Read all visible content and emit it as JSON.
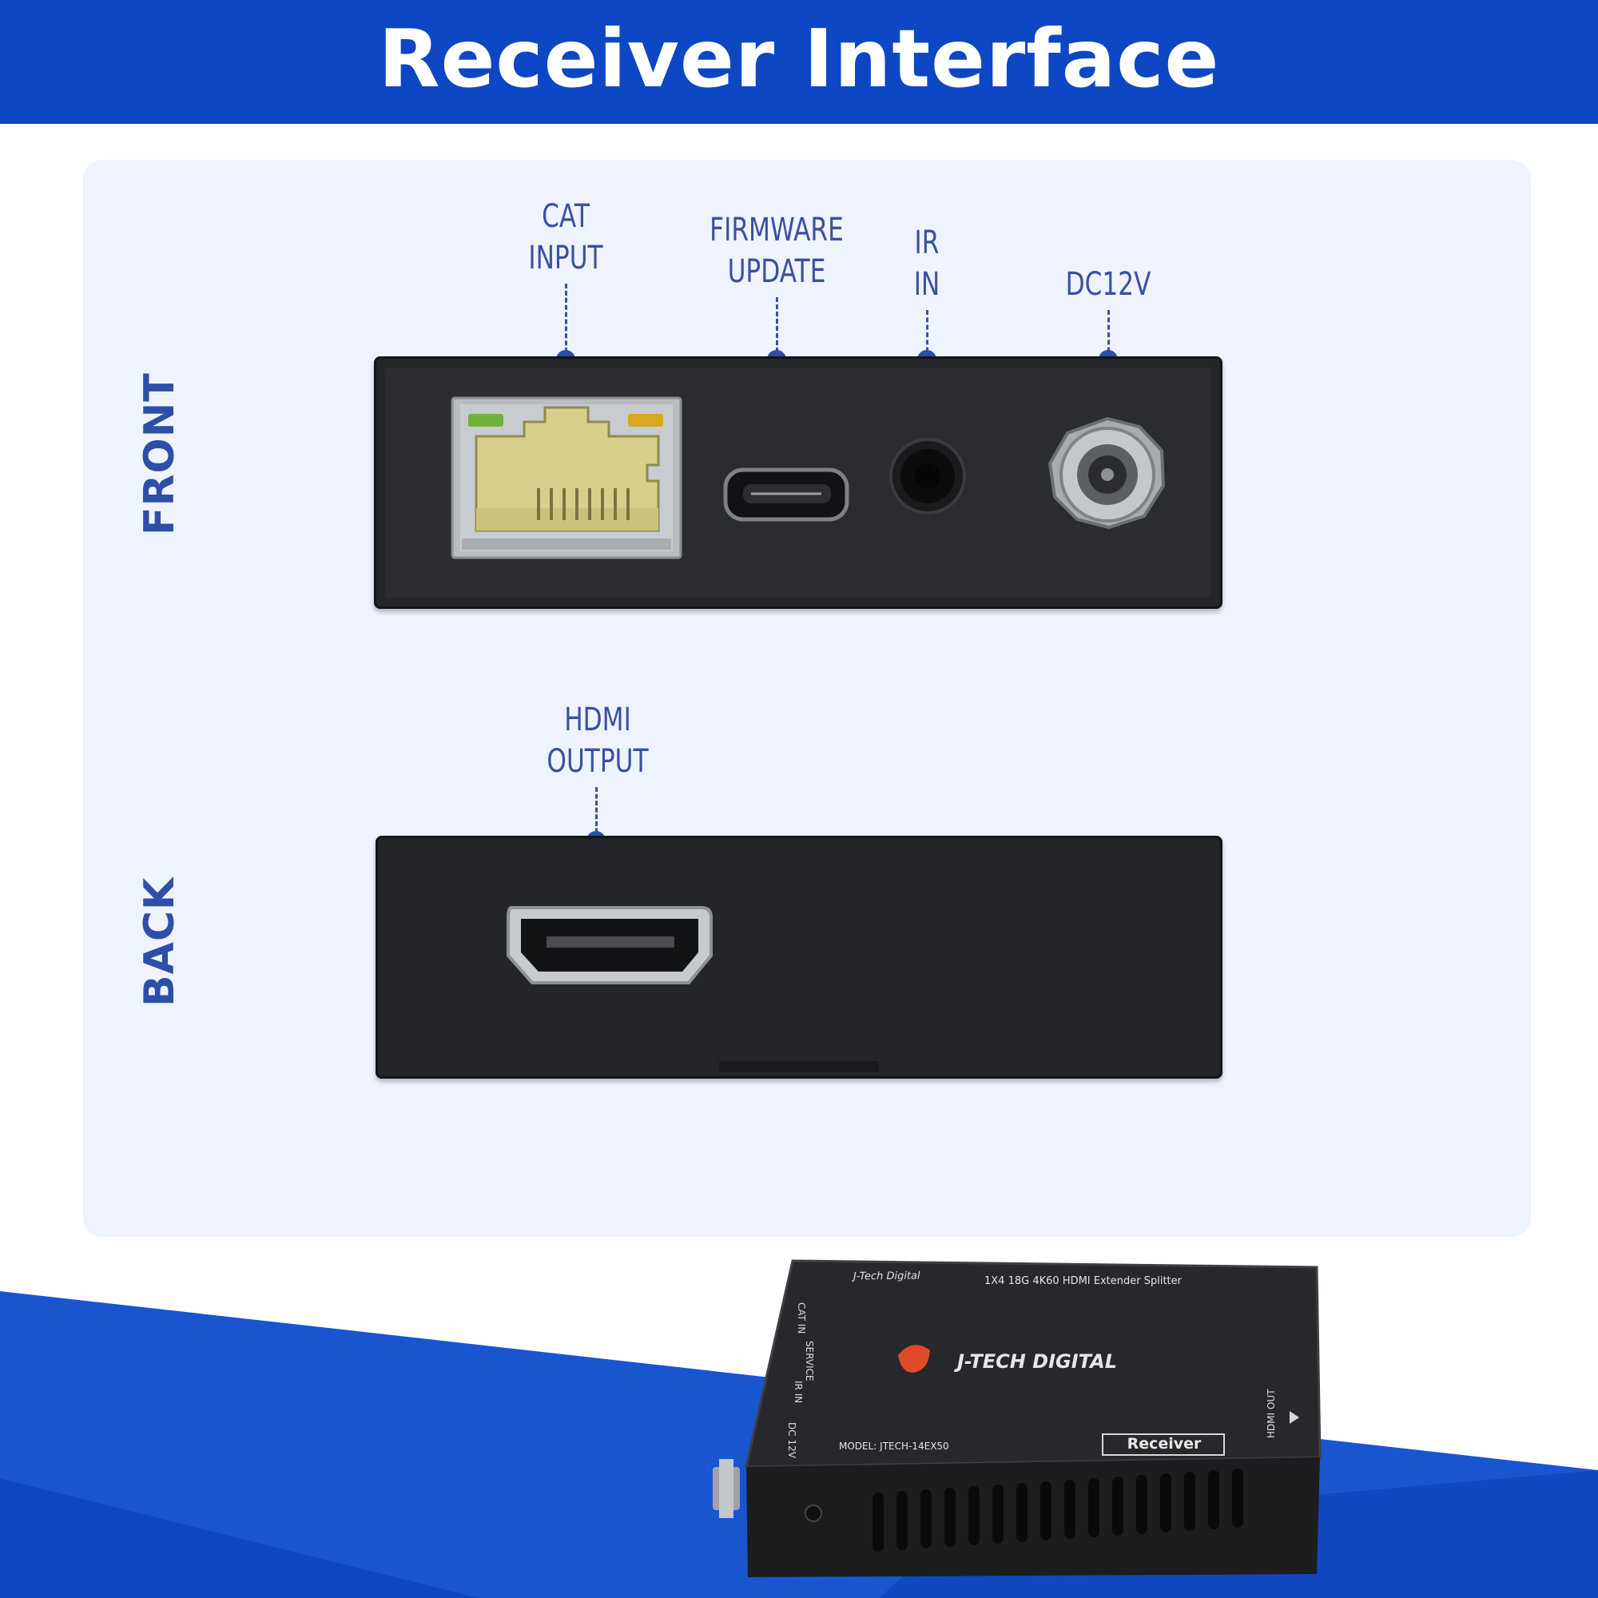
{
  "header": {
    "title": "Receiver Interface"
  },
  "front": {
    "side_label": "FRONT",
    "callouts": [
      {
        "line1": "CAT",
        "line2": "INPUT"
      },
      {
        "line1": "FIRMWARE",
        "line2": "UPDATE"
      },
      {
        "line1": "IR",
        "line2": "IN"
      },
      {
        "line1": "DC12V",
        "line2": ""
      }
    ]
  },
  "back": {
    "side_label": "BACK",
    "callouts": [
      {
        "line1": "HDMI",
        "line2": "OUTPUT"
      }
    ]
  },
  "product": {
    "brand_small": "J-Tech Digital",
    "product_name": "1X4 18G 4K60 HDMI Extender Splitter",
    "logo_text": "J-TECH DIGITAL",
    "model": "MODEL: JTECH-14EX50",
    "badge": "Receiver",
    "ports": [
      "CAT IN",
      "SERVICE",
      "IR IN",
      "DC 12V"
    ],
    "hdmi_out": "HDMI OUT"
  },
  "colors": {
    "header": "#0d47c4",
    "panel": "#eef3fd",
    "accent": "#3a50a0",
    "device": "#232528"
  }
}
